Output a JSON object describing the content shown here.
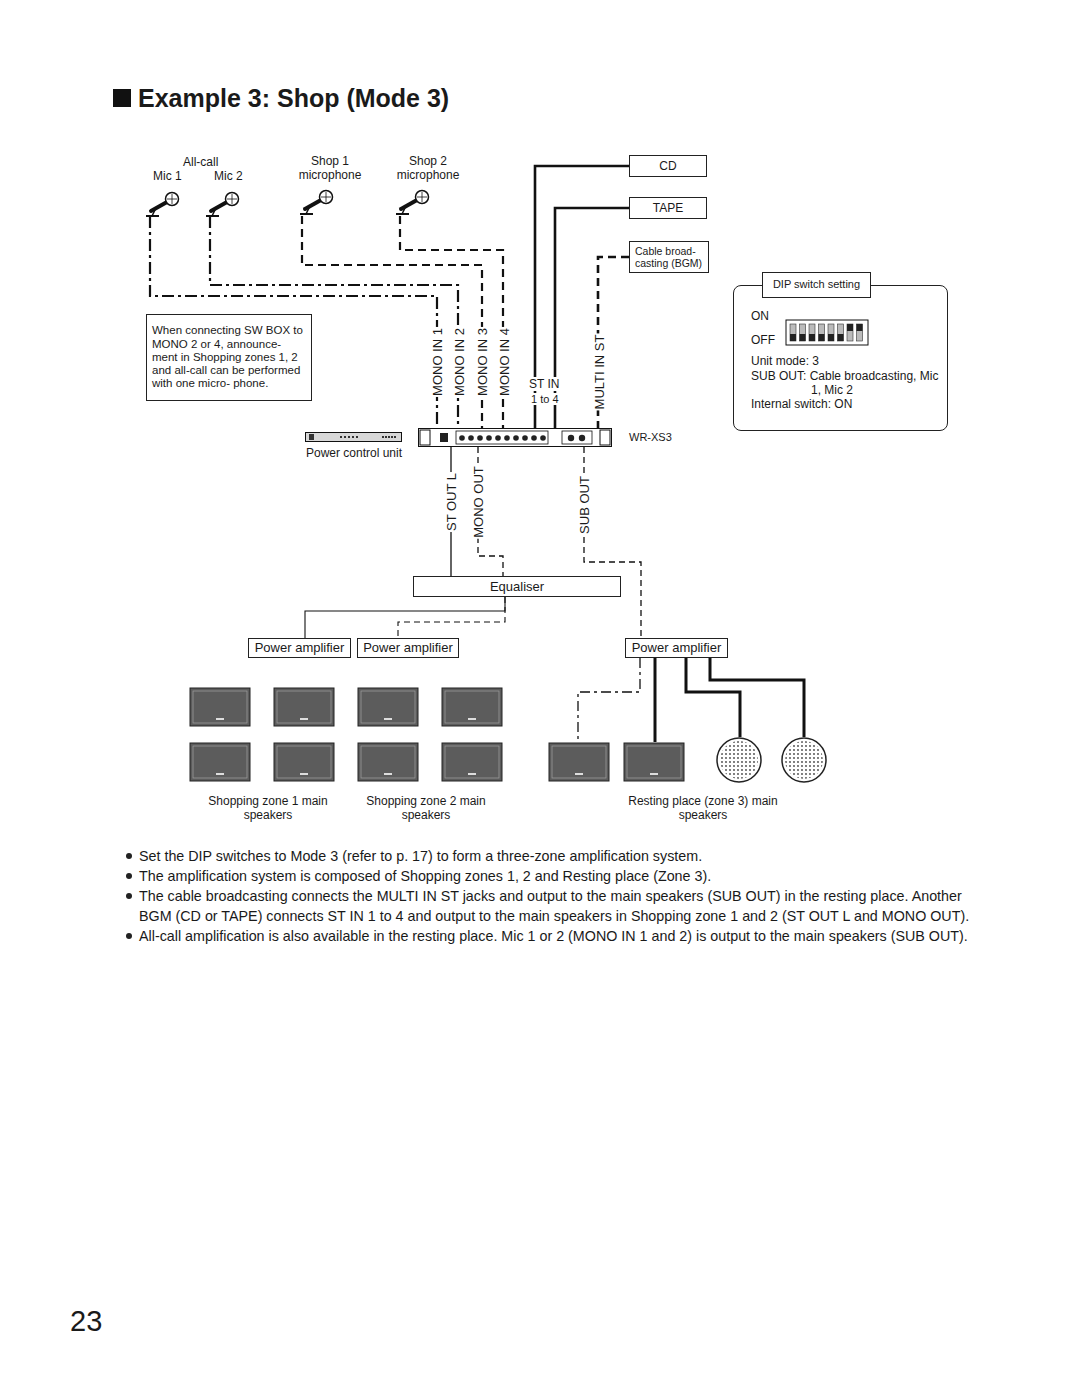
{
  "diagram": {
    "title": "Example 3: Shop (Mode 3)",
    "nodes": [
      {
        "text": [
          "CD"
        ]
      },
      {
        "text": [
          "TAPE"
        ]
      },
      {
        "text": [
          "Cable broad- casting (BGM)"
        ]
      },
      {
        "text": [
          "ON",
          "OFF",
          "Unit mode: 3",
          "SUB OUT: Cable broadcasting, Mic 1, Mic 2",
          "Internal switch: ON"
        ]
      },
      {
        "text": [
          "DIP switch setting"
        ],
        "in": 3
      },
      {
        "text": [
          "When connecting SW BOX to MONO 2 or 4, announce- ment in Shopping zones 1, 2 and all-call can be performed with one micro- phone."
        ]
      },
      {
        "text": [
          "WR-XS3"
        ]
      },
      {
        "text": [
          "Power control unit"
        ]
      },
      {
        "text": [
          "Equaliser"
        ]
      },
      {
        "text": [
          "Power amplifier"
        ]
      },
      {
        "text": [
          "Power amplifier"
        ]
      },
      {
        "text": [
          "Power amplifier"
        ]
      }
    ],
    "edges": [
      {
        "from": 0,
        "to": 6,
        "arrow": "none"
      },
      {
        "from": 1,
        "to": 6,
        "arrow": "none"
      },
      {
        "from": 2,
        "to": 6,
        "arrow": "none"
      },
      {
        "from": 6,
        "to": 8,
        "arrow": "none"
      },
      {
        "from": 6,
        "to": 8,
        "arrow": "none"
      },
      {
        "from": 8,
        "to": 9,
        "arrow": "none"
      },
      {
        "from": 8,
        "to": 10,
        "arrow": "none"
      },
      {
        "from": 6,
        "to": 11,
        "arrow": "none"
      }
    ],
    "labels": [
      "All-call",
      "Mic 1",
      "Mic 2",
      "Shop 1 microphone",
      "Shop 2 microphone",
      "MONO IN 1",
      "MONO IN 2",
      "MONO IN 3",
      "MONO IN 4",
      "ST IN",
      "1 to 4",
      "MULTI IN ST",
      "ST OUT L",
      "MONO OUT",
      "SUB OUT",
      "Shopping zone 1 main speakers",
      "Shopping zone 2 main speakers",
      "Resting place (zone 3) main speakers",
      "Set the DIP switches to Mode 3 (refer to p. 17) to form a three-zone amplification system.",
      "The amplification system is composed of Shopping zones 1, 2 and Resting place (Zone 3).",
      "The cable broadcasting connects the MULTI IN ST jacks and output to the main speakers (SUB OUT) in the resting place. Another BGM (CD or TAPE) connects ST IN 1 to 4 and output to the main speakers in Shopping zone 1 and 2 (ST OUT L and MONO OUT).",
      "All-call amplification is also available in the resting place. Mic 1 or 2 (MONO IN 1 and 2) is output to the main speakers (SUB OUT).",
      "23"
    ]
  }
}
